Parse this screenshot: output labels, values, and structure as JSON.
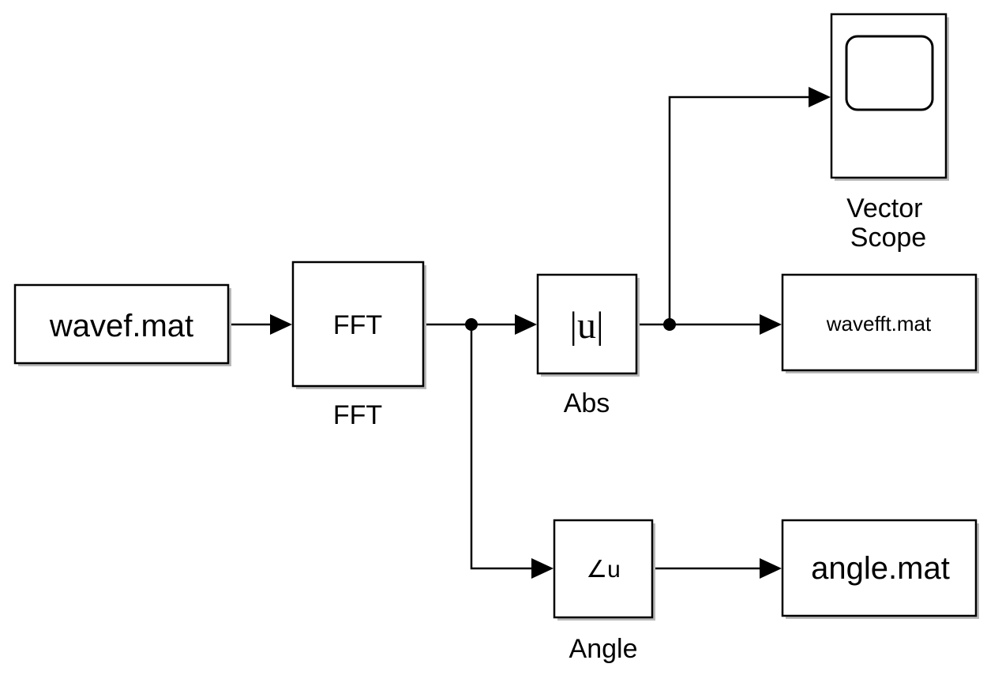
{
  "diagram": {
    "blocks": {
      "source": {
        "label": "wavef.mat"
      },
      "fft": {
        "label": "FFT",
        "caption": "FFT"
      },
      "abs": {
        "label": "|u|",
        "caption": "Abs"
      },
      "scope": {
        "caption_line1": "Vector",
        "caption_line2": "Scope"
      },
      "wavefft": {
        "label": "wavefft.mat"
      },
      "angle": {
        "label": "∠u",
        "caption": "Angle"
      },
      "angle_out": {
        "label": "angle.mat"
      }
    },
    "connections": [
      {
        "from": "source",
        "to": "fft"
      },
      {
        "from": "fft",
        "to": "abs"
      },
      {
        "from": "fft",
        "to": "angle"
      },
      {
        "from": "abs",
        "to": "scope"
      },
      {
        "from": "abs",
        "to": "wavefft"
      },
      {
        "from": "angle",
        "to": "angle_out"
      }
    ]
  }
}
